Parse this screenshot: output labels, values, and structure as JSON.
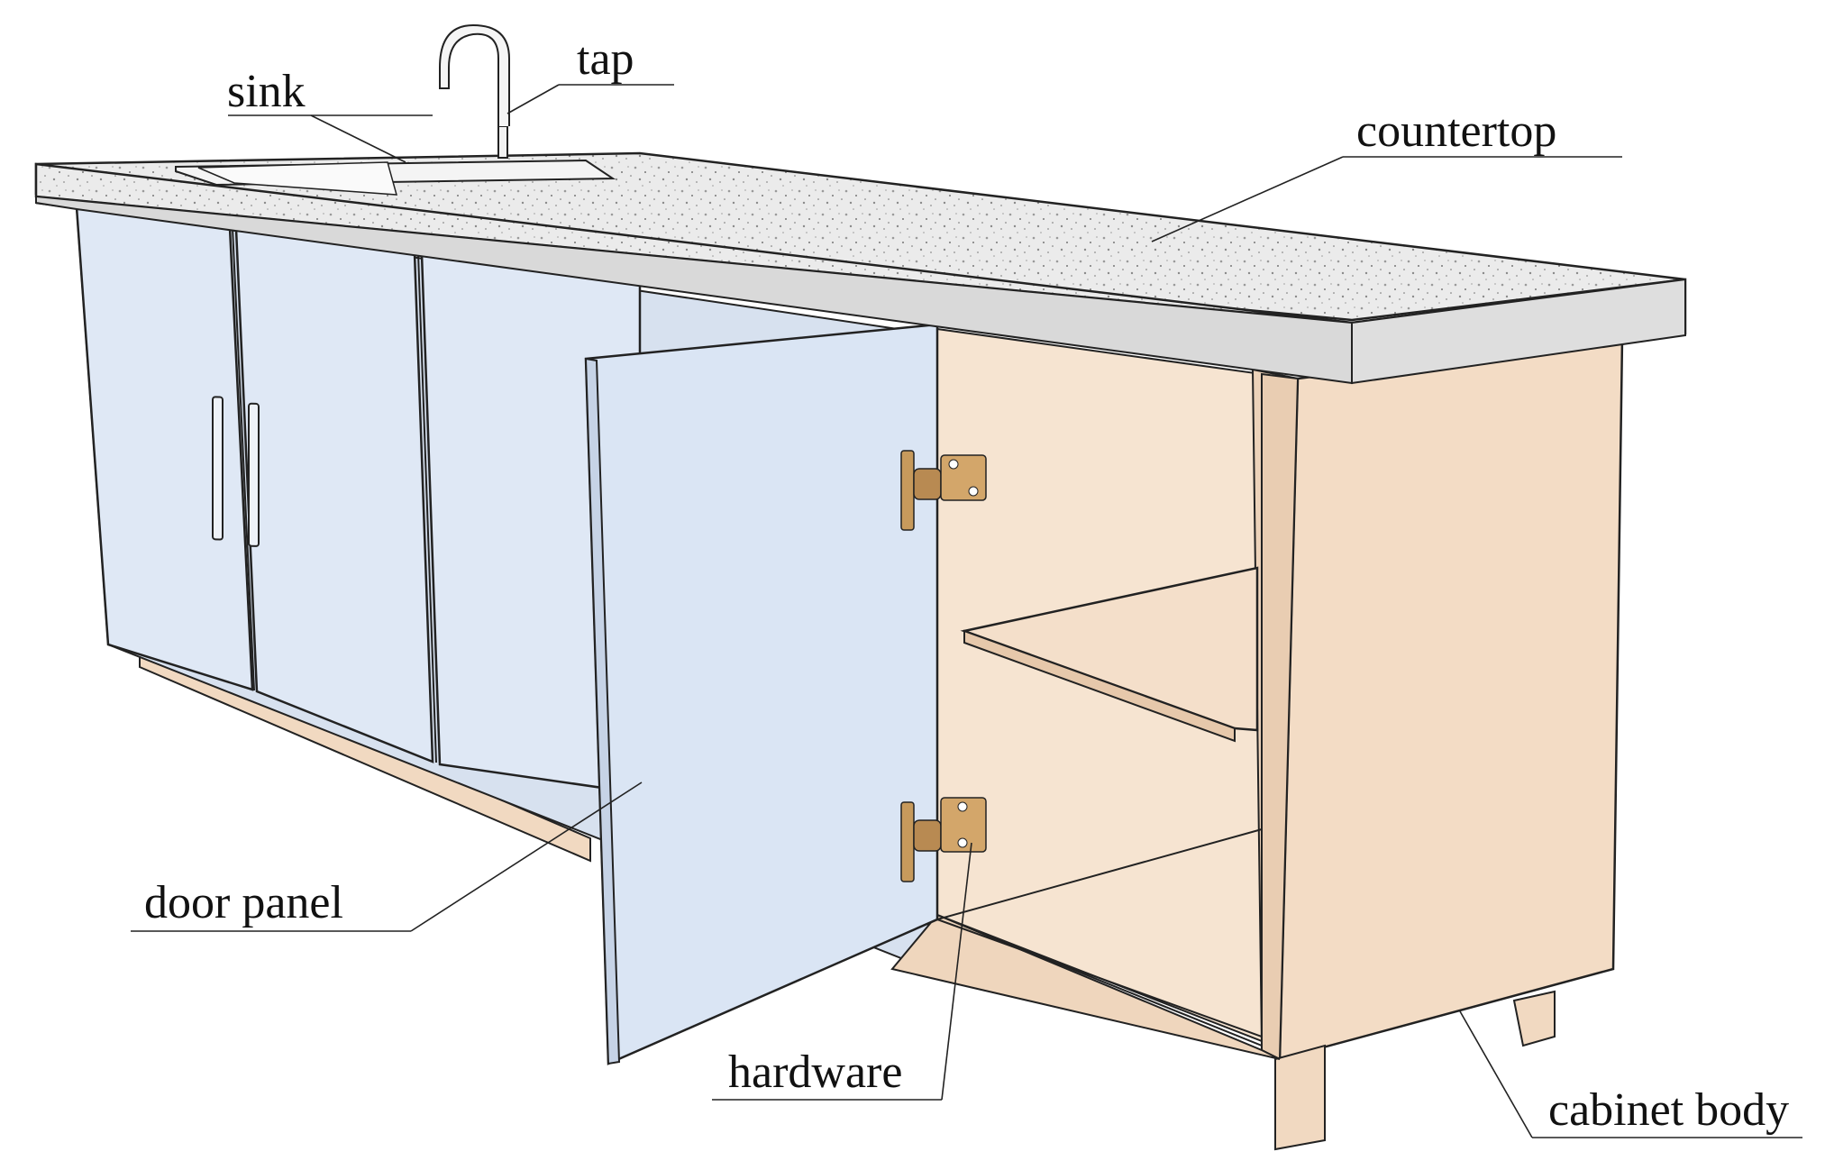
{
  "diagram": {
    "labels": {
      "sink": "sink",
      "tap": "tap",
      "countertop": "countertop",
      "door_panel": "door panel",
      "hardware": "hardware",
      "cabinet_body": "cabinet body"
    },
    "colors": {
      "door": "#dde7f4",
      "door_shade": "#c9d6ea",
      "wood": "#f7e3cf",
      "wood_shade": "#ecd2b9",
      "wood_dark": "#e2c3a6",
      "countertop": "#e9e9e9",
      "countertop_edge": "#d6d6d6",
      "hinge": "#c79a5c",
      "outline": "#222222"
    }
  }
}
